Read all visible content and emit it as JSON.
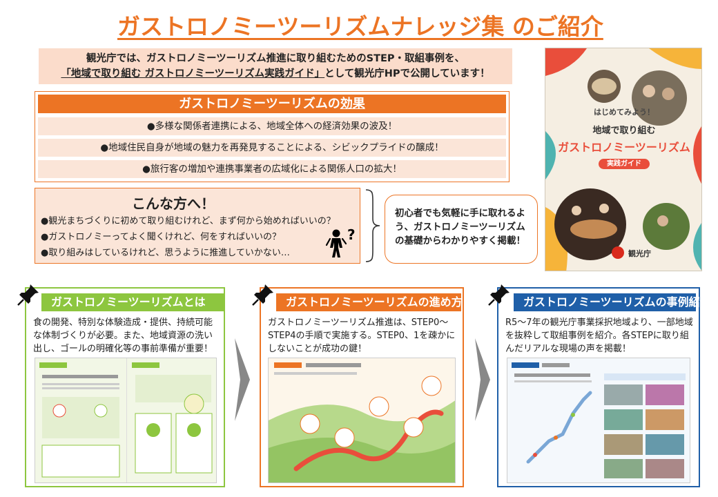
{
  "title": "ガストロノミーツーリズムナレッジ集 のご紹介",
  "intro": {
    "line1": "観光庁では、ガストロノミーツーリズム推進に取り組むためのSTEP・取組事例を、",
    "line2_quote": "「地域で取り組む ガストロノミーツーリズム実践ガイド」",
    "line2_rest": "として観光庁HPで公開しています！"
  },
  "effects": {
    "header_pre": "ガストロノミーツーリズムの",
    "header_ul": "効果",
    "items": [
      "●多様な関係者連携による、地域全体への経済効果の波及！",
      "●地域住民自身が地域の魅力を再発見することによる、シビックプライドの醸成！",
      "●旅行客の増加や連携事業者の広域化による関係人口の拡大！"
    ]
  },
  "target": {
    "title": "こんな方へ！",
    "items": [
      "●観光まちづくりに初めて取り組むけれど、まず何から始めればいいの？",
      "●ガストロノミーってよく聞くけれど、何をすればいいの？",
      "●取り組みはしているけれど、思うように推進していかない…"
    ],
    "question_mark": "?"
  },
  "callout": "初心者でも気軽に手に取れるよう、ガストロノミーツーリズムの基礎からわかりやすく掲載！",
  "cover": {
    "tagline": "はじめてみよう！",
    "line1": "地域で取り組む",
    "line2": "ガストロノミーツーリズム",
    "badge": "実践ガイド",
    "logo": "観光庁"
  },
  "panels": [
    {
      "header": "ガストロノミーツーリズムとは",
      "body": "食の開発、特別な体験造成・提供、持続可能な体制づくりが必要。また、地域資源の洗い出し、ゴールの明確化等の事前準備が重要！",
      "color": "#8dc63f"
    },
    {
      "header": "ガストロノミーツーリズムの進め方",
      "body": "ガストロノミーツーリズム推進は、STEP0～STEP4の手順で実施する。STEP0、1を疎かにしないことが成功の鍵！",
      "color": "#ec7424"
    },
    {
      "header": "ガストロノミーツーリズムの事例紹介",
      "body": "R5～7年の観光庁事業採択地域より、一部地域を抜粋して取組事例を紹介。各STEPに取り組んだリアルな現場の声を掲載！",
      "color": "#1f5fa8"
    }
  ],
  "colors": {
    "accent": "#ec7424",
    "light": "#fbe5d8",
    "green": "#8dc63f",
    "blue": "#1f5fa8"
  }
}
